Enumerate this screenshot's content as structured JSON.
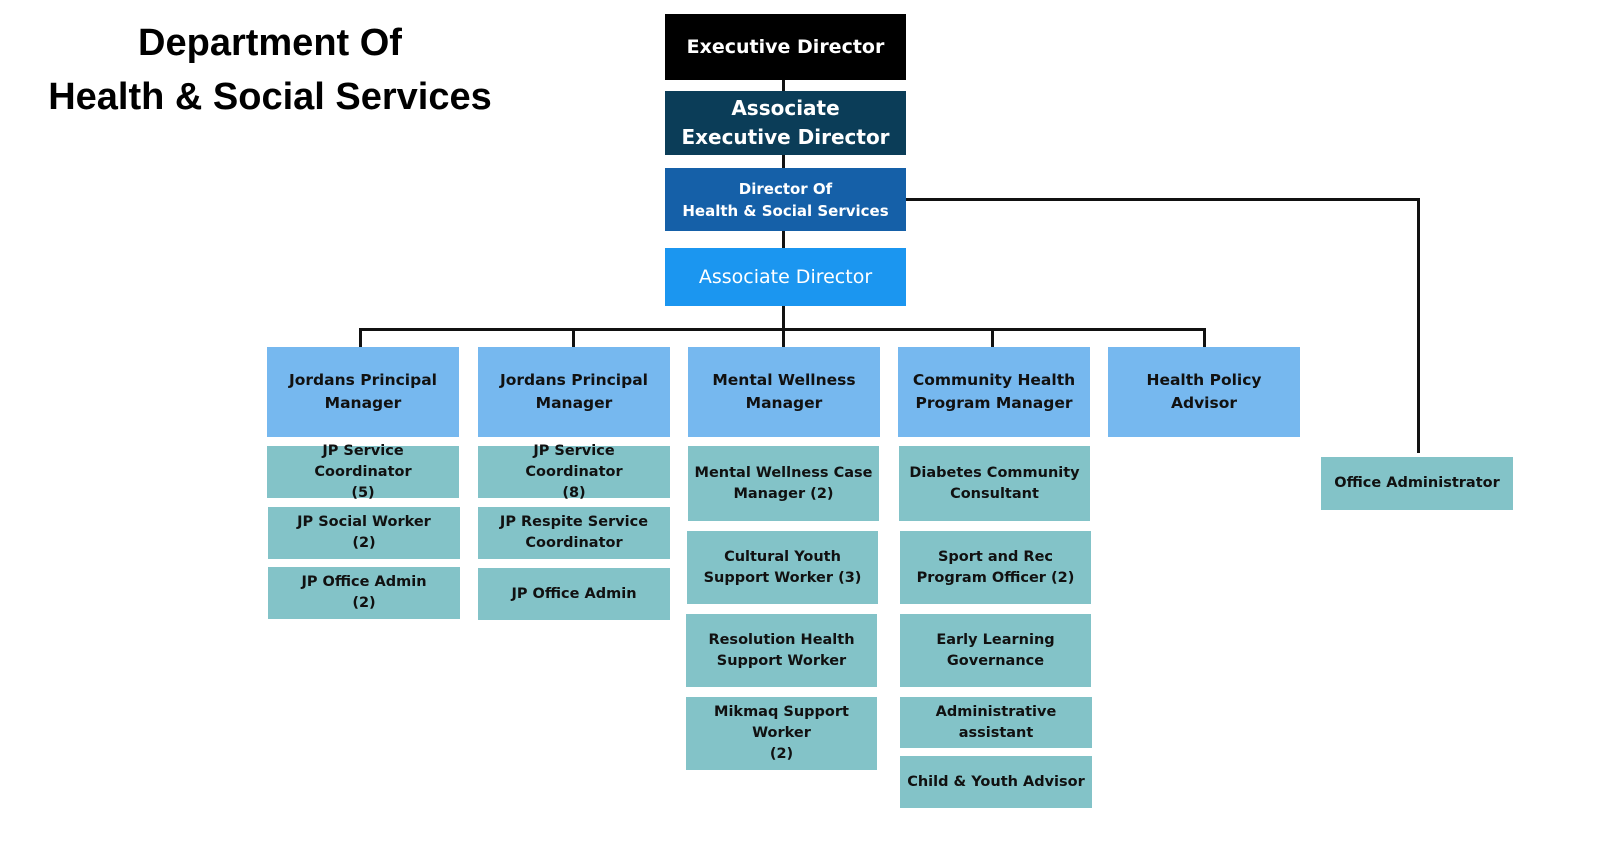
{
  "title": {
    "line1": "Department Of",
    "line2": "Health & Social Services"
  },
  "colors": {
    "executive": "#000000",
    "associate_executive": "#0b3d58",
    "director": "#1560a8",
    "associate_director": "#1b96f0",
    "manager": "#76b8ef",
    "staff": "#83c3c8",
    "connector": "#111111"
  },
  "leadership": {
    "executive_director": "Executive Director",
    "associate_executive_director": "Associate\nExecutive Director",
    "director": "Director Of\nHealth & Social Services",
    "associate_director": "Associate Director"
  },
  "managers": [
    {
      "title": "Jordans Principal\nManager",
      "staff": [
        "JP Service Coordinator\n(5)",
        "JP Social Worker\n(2)",
        "JP Office Admin\n(2)"
      ]
    },
    {
      "title": "Jordans Principal\nManager",
      "staff": [
        "JP Service Coordinator\n(8)",
        "JP Respite Service\nCoordinator",
        "JP Office Admin"
      ]
    },
    {
      "title": "Mental Wellness\nManager",
      "staff": [
        "Mental Wellness Case\nManager (2)",
        "Cultural Youth\nSupport Worker (3)",
        "Resolution Health\nSupport Worker",
        "Mikmaq Support Worker\n(2)"
      ]
    },
    {
      "title": "Community Health\nProgram Manager",
      "staff": [
        "Diabetes Community\nConsultant",
        "Sport and Rec\nProgram Officer (2)",
        "Early Learning\nGovernance",
        "Administrative assistant",
        "Child & Youth Advisor"
      ]
    },
    {
      "title": "Health Policy Advisor",
      "staff": []
    }
  ],
  "office_administrator": "Office Administrator"
}
